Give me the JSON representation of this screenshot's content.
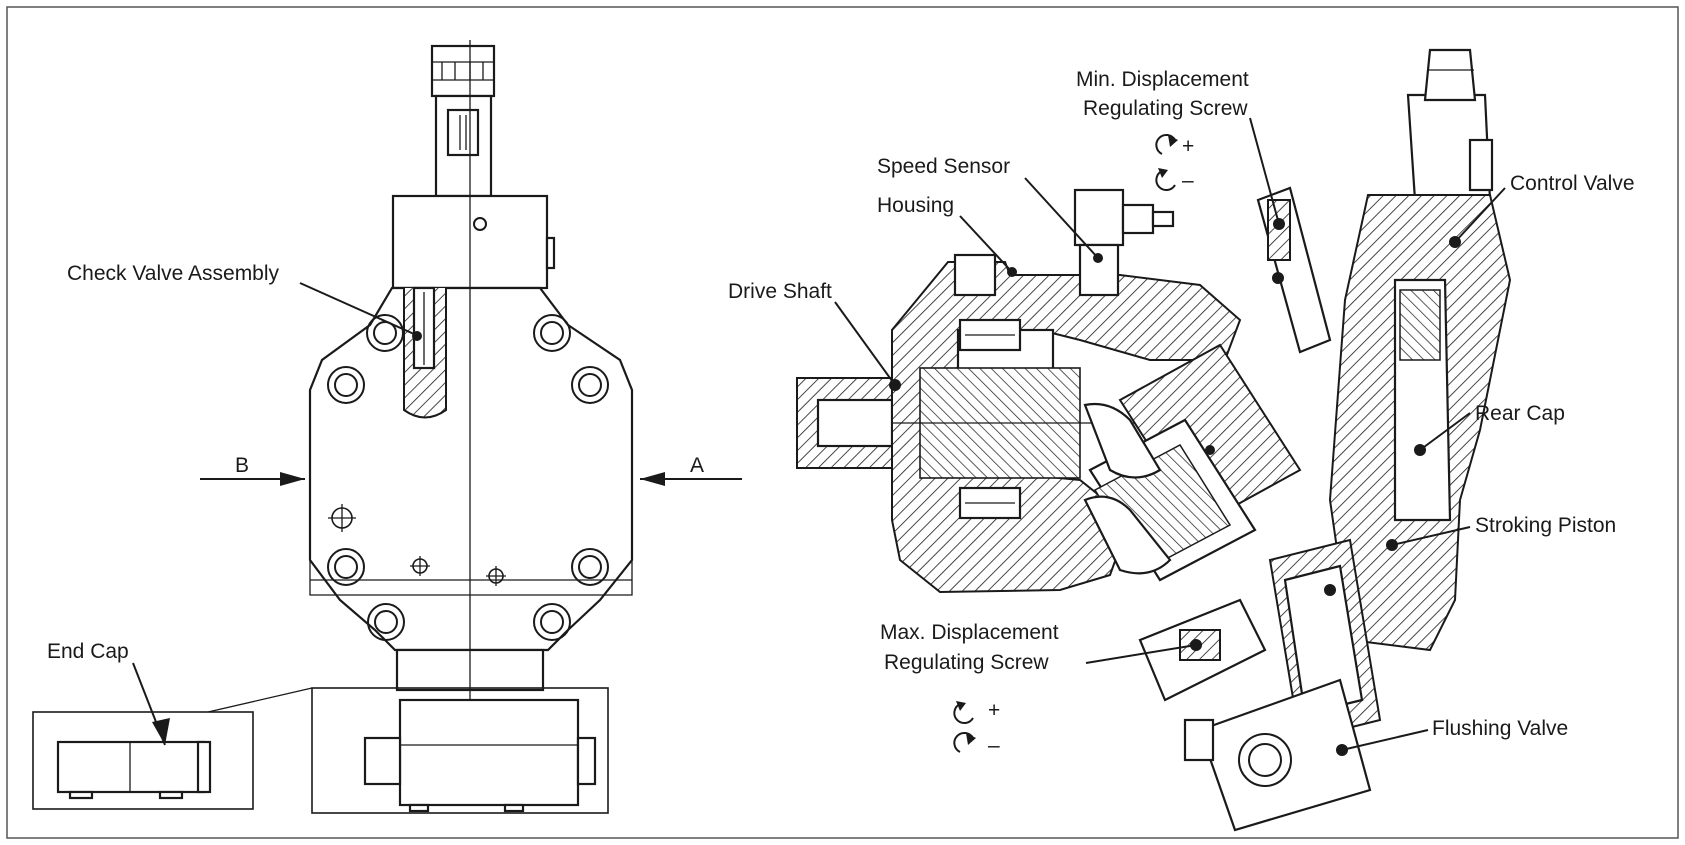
{
  "labels": {
    "check_valve_assembly": "Check Valve Assembly",
    "end_cap": "End Cap",
    "section_b": "B",
    "section_a": "A",
    "min_displacement_line1": "Min. Displacement",
    "min_displacement_line2": "Regulating Screw",
    "speed_sensor": "Speed Sensor",
    "housing": "Housing",
    "drive_shaft": "Drive Shaft",
    "control_valve": "Control Valve",
    "rear_cap": "Rear Cap",
    "stroking_piston": "Stroking Piston",
    "max_displacement_line1": "Max. Displacement",
    "max_displacement_line2": "Regulating Screw",
    "flushing_valve": "Flushing Valve",
    "min_plus": "+",
    "min_minus": "–",
    "max_plus": "+",
    "max_minus": "–"
  },
  "colors": {
    "line": "#1a1a1a",
    "background": "#ffffff",
    "frame": "#888888"
  }
}
